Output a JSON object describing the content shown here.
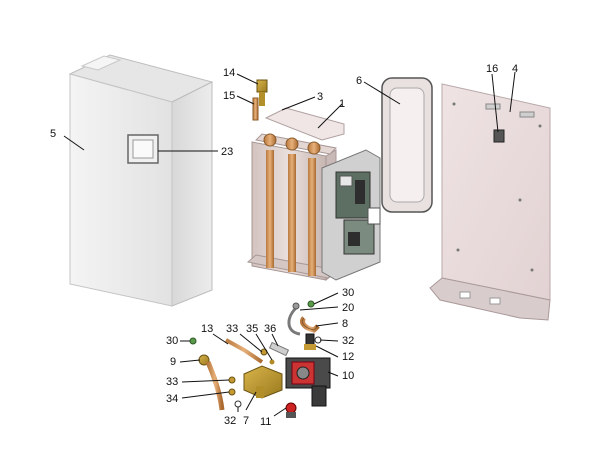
{
  "diagram": {
    "type": "exploded-parts-view",
    "callouts": [
      {
        "id": "c5",
        "label": "5"
      },
      {
        "id": "c23",
        "label": "23"
      },
      {
        "id": "c14",
        "label": "14"
      },
      {
        "id": "c15",
        "label": "15"
      },
      {
        "id": "c3",
        "label": "3"
      },
      {
        "id": "c1",
        "label": "1"
      },
      {
        "id": "c6",
        "label": "6"
      },
      {
        "id": "c16",
        "label": "16"
      },
      {
        "id": "c4",
        "label": "4"
      },
      {
        "id": "c30a",
        "label": "30"
      },
      {
        "id": "c20",
        "label": "20"
      },
      {
        "id": "c8",
        "label": "8"
      },
      {
        "id": "c32a",
        "label": "32"
      },
      {
        "id": "c12",
        "label": "12"
      },
      {
        "id": "c10",
        "label": "10"
      },
      {
        "id": "c30b",
        "label": "30"
      },
      {
        "id": "c13",
        "label": "13"
      },
      {
        "id": "c33a",
        "label": "33"
      },
      {
        "id": "c35",
        "label": "35"
      },
      {
        "id": "c36",
        "label": "36"
      },
      {
        "id": "c9",
        "label": "9"
      },
      {
        "id": "c33b",
        "label": "33"
      },
      {
        "id": "c34",
        "label": "34"
      },
      {
        "id": "c7",
        "label": "7"
      },
      {
        "id": "c32b",
        "label": "32"
      },
      {
        "id": "c11",
        "label": "11"
      }
    ]
  }
}
